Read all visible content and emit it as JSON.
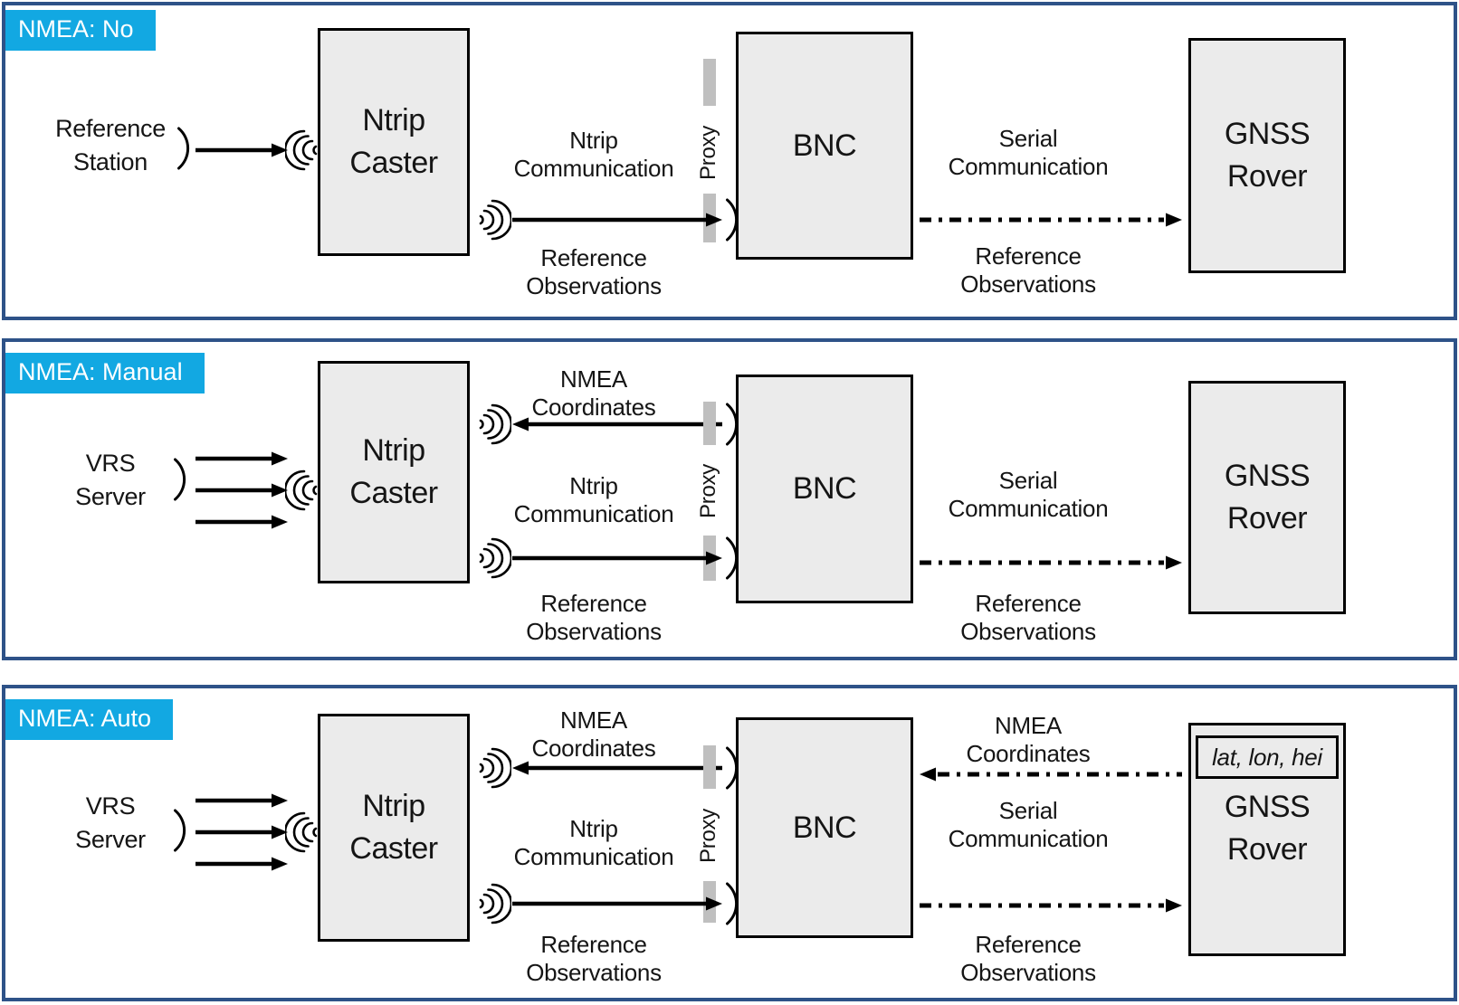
{
  "colors": {
    "panel_border": "#2E5288",
    "tag_background": "#12A8E2",
    "tag_text": "#FFFFFF",
    "box_fill": "#EBEBEB",
    "box_border": "#000000",
    "proxy_bar": "#BFBFBF",
    "arrow": "#000000"
  },
  "panels": [
    {
      "tag": "NMEA: No",
      "source": {
        "line1": "Reference",
        "line2": "Station"
      },
      "caster": {
        "line1": "Ntrip",
        "line2": "Caster"
      },
      "mid": {
        "comm1": "Ntrip",
        "comm2": "Communication",
        "obs1": "Reference",
        "obs2": "Observations"
      },
      "proxy": "Proxy",
      "bnc": "BNC",
      "right": {
        "comm1": "Serial",
        "comm2": "Communication",
        "obs1": "Reference",
        "obs2": "Observations"
      },
      "rover": {
        "line1": "GNSS",
        "line2": "Rover"
      }
    },
    {
      "tag": "NMEA: Manual",
      "source": {
        "line1": "VRS",
        "line2": "Server"
      },
      "caster": {
        "line1": "Ntrip",
        "line2": "Caster"
      },
      "mid": {
        "nmea1": "NMEA",
        "nmea2": "Coordinates",
        "comm1": "Ntrip",
        "comm2": "Communication",
        "obs1": "Reference",
        "obs2": "Observations"
      },
      "proxy": "Proxy",
      "bnc": "BNC",
      "right": {
        "comm1": "Serial",
        "comm2": "Communication",
        "obs1": "Reference",
        "obs2": "Observations"
      },
      "rover": {
        "line1": "GNSS",
        "line2": "Rover"
      }
    },
    {
      "tag": "NMEA: Auto",
      "source": {
        "line1": "VRS",
        "line2": "Server"
      },
      "caster": {
        "line1": "Ntrip",
        "line2": "Caster"
      },
      "mid": {
        "nmea1": "NMEA",
        "nmea2": "Coordinates",
        "comm1": "Ntrip",
        "comm2": "Communication",
        "obs1": "Reference",
        "obs2": "Observations"
      },
      "proxy": "Proxy",
      "bnc": "BNC",
      "right": {
        "nmea1": "NMEA",
        "nmea2": "Coordinates",
        "comm1": "Serial",
        "comm2": "Communication",
        "obs1": "Reference",
        "obs2": "Observations"
      },
      "rover": {
        "line1": "GNSS",
        "line2": "Rover",
        "coords": "lat, lon, hei"
      }
    }
  ]
}
